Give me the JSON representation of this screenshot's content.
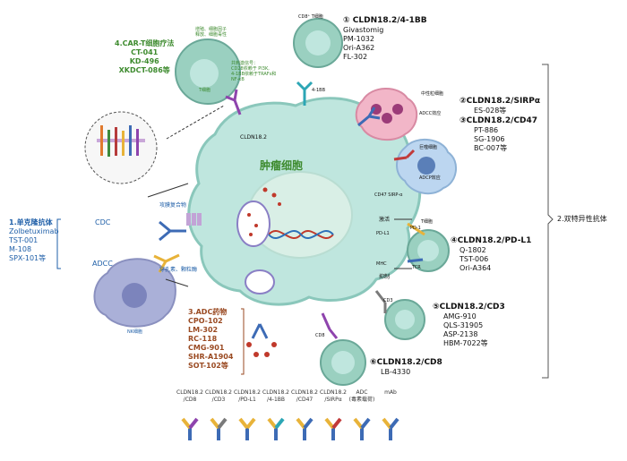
{
  "tumor": {
    "label": "肿瘤细胞"
  },
  "cldn_label": "CLDN18.2",
  "bispecific": {
    "title": "2.双特异性抗体"
  },
  "sec_41bb": {
    "title": "① CLDN18.2/4-1BB",
    "drugs": [
      "Givastomig",
      "PM-1032",
      "Ori-A362",
      "FL-302"
    ]
  },
  "sec_sirpa": {
    "title": "②CLDN18.2/SIRPα",
    "drugs": [
      "ES-028等"
    ]
  },
  "sec_cd47": {
    "title": "③CLDN18.2/CD47",
    "drugs": [
      "PT-886",
      "SG-1906",
      "BC-007等"
    ]
  },
  "sec_pdl1": {
    "title": "④CLDN18.2/PD-L1",
    "drugs": [
      "Q-1802",
      "TST-006",
      "Ori-A364"
    ]
  },
  "sec_cd3": {
    "title": "⑤CLDN18.2/CD3",
    "drugs": [
      "AMG-910",
      "QLS-31905",
      "ASP-2138",
      "HBM-7022等"
    ]
  },
  "sec_cd8": {
    "title": "⑥CLDN18.2/CD8",
    "drugs": [
      "LB-4330"
    ]
  },
  "mab": {
    "title": "1.单克隆抗体",
    "drugs": [
      "Zolbetuximab",
      "TST-001",
      "M-108",
      "SPX-101等"
    ],
    "cdc": "CDC",
    "adcc": "ADCC",
    "complement": "攻膜复合物",
    "perforin": "穿孔素、颗粒酶",
    "nk": "NK细胞"
  },
  "car": {
    "title": "4.CAR-T细胞疗法",
    "drugs": [
      "CT-041",
      "KD-496",
      "XKDCT-086等"
    ],
    "note1": "增殖、细胞因子\n释放、细胞毒性",
    "note2": "共刺激信号：\nCD28依赖于 PI3K,\n4-1BB依赖于TRAFs和\nNF-κB",
    "inner": "T细胞"
  },
  "adc": {
    "title": "3.ADC药物",
    "drugs": [
      "CPO-102",
      "LM-302",
      "RC-118",
      "CMG-901",
      "SHR-A1904",
      "SOT-102等"
    ]
  },
  "cells": {
    "cd8t": "CD8⁺ T细胞",
    "neutro": "中性粒细胞",
    "adcc_effect": "ADCC效应",
    "macro": "巨噬细胞",
    "adcp_effect": "ADCP效应",
    "tcell": "T细胞",
    "cd47_sirpa": "CD47  SIRP-α",
    "activate": "激活",
    "inhibit": "抑制",
    "pd1": "PD-1",
    "pdl1": "PD-L1",
    "tcr": "TCR",
    "mhc": "MHC",
    "cd3": "CD3",
    "cd8": "CD8",
    "4-1bb": "4-1BB"
  },
  "legend": [
    {
      "label": "CLDN18.2\n/CD8",
      "arm_color": "#8e44ad"
    },
    {
      "label": "CLDN18.2\n/CD3",
      "arm_color": "#7a7a7a"
    },
    {
      "label": "CLDN18.2\n/PD-L1",
      "arm_color": "#e8b339"
    },
    {
      "label": "CLDN18.2\n/4-1BB",
      "arm_color": "#2ca6b5"
    },
    {
      "label": "CLDN18.2\n/CD47",
      "arm_color": "#3d6bb5"
    },
    {
      "label": "CLDN18.2\n/SIRPα",
      "arm_color": "#c13a3a"
    },
    {
      "label": "ADC\n(毒素载荷)",
      "arm_color": "#3d6bb5"
    },
    {
      "label": "mAb",
      "arm_color": "#3d6bb5"
    }
  ],
  "colors": {
    "tumor_fill": "#bfe6de",
    "tumor_stroke": "#8ac7bb",
    "nucleus": "#d9efe6",
    "tcell": "#9ad0c0",
    "nk": "#aab0d8",
    "neutrophil": "#f2b6c8",
    "macrophage": "#bcd6f0",
    "cldn": "#e8b339",
    "mab": "#3d6bb5",
    "brace": "#555555"
  }
}
